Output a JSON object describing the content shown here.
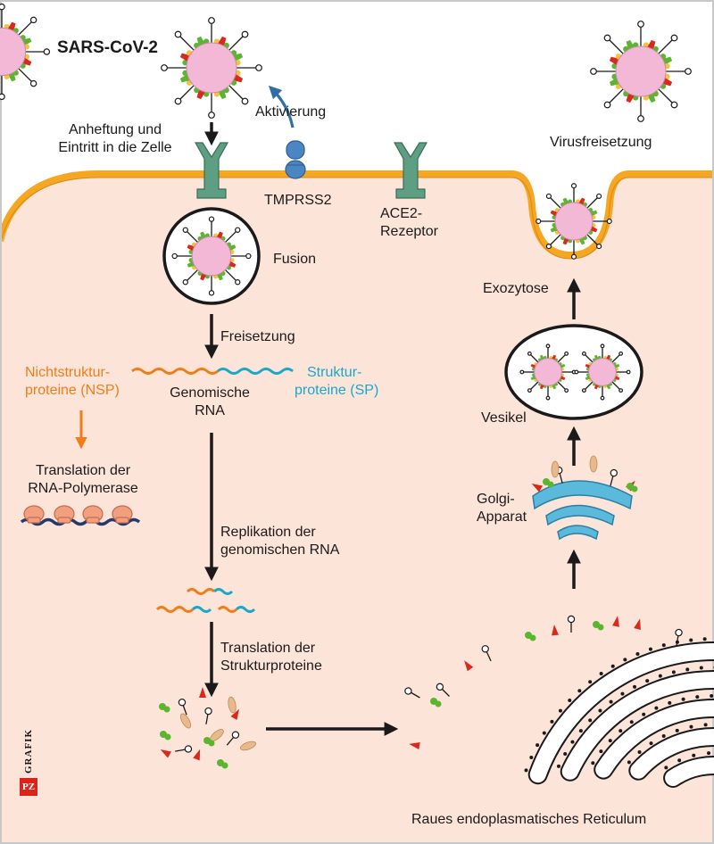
{
  "title": "SARS-CoV-2",
  "labels": {
    "attachment": [
      "Anheftung und",
      "Eintritt in die Zelle"
    ],
    "activation": "Aktivierung",
    "tmprss2": "TMPRSS2",
    "ace2": [
      "ACE2-",
      "Rezeptor"
    ],
    "release_virus": "Virusfreisetzung",
    "fusion": "Fusion",
    "release": "Freisetzung",
    "exocytosis": "Exozytose",
    "nsp": [
      "Nichtstruktur-",
      "proteine (NSP)"
    ],
    "genomic_rna": [
      "Genomische",
      "RNA"
    ],
    "sp": [
      "Struktur-",
      "proteine (SP)"
    ],
    "vesicle": "Vesikel",
    "translation_polymerase": [
      "Translation der",
      "RNA-Polymerase"
    ],
    "golgi": [
      "Golgi-",
      "Apparat"
    ],
    "replication": [
      "Replikation der",
      "genomischen RNA"
    ],
    "translation_structural": [
      "Translation der",
      "Strukturproteine"
    ],
    "rough_er": "Raues endoplasmatisches Reticulum"
  },
  "credit": {
    "brand": "PZ",
    "word": "GRAFIK"
  },
  "colors": {
    "cell": "#fde4d9",
    "membrane": "#f5a623",
    "virus_body": "#f3b8d6",
    "spike_green": "#5cb531",
    "spike_red": "#d9291c",
    "receptor": "#5e9e83",
    "tmprss2": "#4a86c2",
    "golgi": "#5bb9dc",
    "rna_orange": "#f07d1a",
    "rna_cyan": "#1aa7c8"
  }
}
